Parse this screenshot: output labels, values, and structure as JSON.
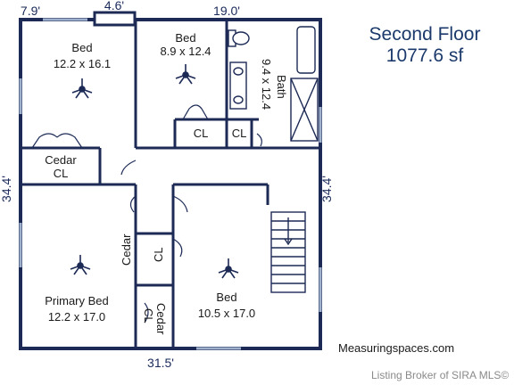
{
  "title": "Second Floor",
  "area": "1077.6 sf",
  "dimensions": {
    "top_left": "7.9'",
    "top_mid": "4.6'",
    "top_right": "19.0'",
    "left": "34.4'",
    "right": "34.4'",
    "bottom": "31.5'"
  },
  "rooms": {
    "bed1": {
      "name": "Bed",
      "size": "12.2 x 16.1"
    },
    "bed2": {
      "name": "Bed",
      "size": "8.9 x 12.4"
    },
    "bath": {
      "name": "Bath",
      "size": "9.4 x 12.4"
    },
    "cl1": {
      "name": "CL"
    },
    "cl2": {
      "name": "CL"
    },
    "cedar1": {
      "name": "Cedar",
      "sub": "CL"
    },
    "cedar2": {
      "name": "Cedar",
      "sub": "CL"
    },
    "cedar3": {
      "name": "Cedar",
      "sub": "CL"
    },
    "primary": {
      "name": "Primary Bed",
      "size": "12.2 x 17.0"
    },
    "bed3": {
      "name": "Bed",
      "size": "10.5 x 17.0"
    }
  },
  "credits": {
    "measuring": "Measuringspaces.com",
    "broker": "Listing Broker of SIRA MLS©"
  },
  "colors": {
    "wall": "#1c2a55",
    "title": "#1b3a6b",
    "window": "#7f93b7"
  }
}
